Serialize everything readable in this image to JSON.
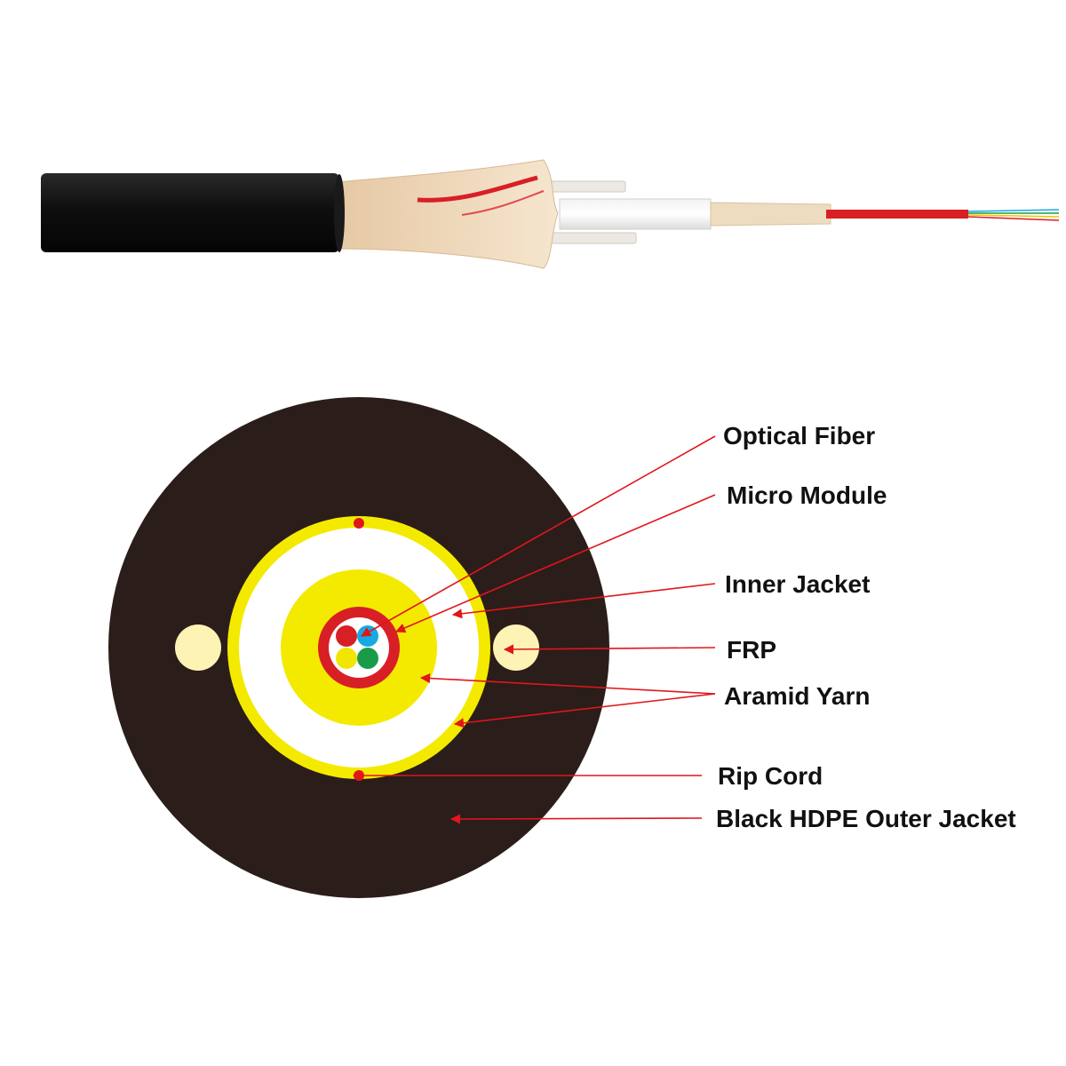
{
  "labels": {
    "optical_fiber": "Optical Fiber",
    "micro_module": "Micro Module",
    "inner_jacket": "Inner Jacket",
    "frp": "FRP",
    "aramid_yarn": "Aramid Yarn",
    "rip_cord": "Rip Cord",
    "outer_jacket": "Black HDPE Outer Jacket"
  },
  "colors": {
    "outer_jacket": "#2b1d1a",
    "aramid": "#f4ea00",
    "inner_jacket": "#ffffff",
    "micro_module": "#d81f26",
    "frp": "#fdf3b4",
    "leader": "#e0161c",
    "fiber_red": "#d81f26",
    "fiber_blue": "#17a9e1",
    "fiber_yellow": "#f2e500",
    "fiber_green": "#1a9b4a"
  }
}
